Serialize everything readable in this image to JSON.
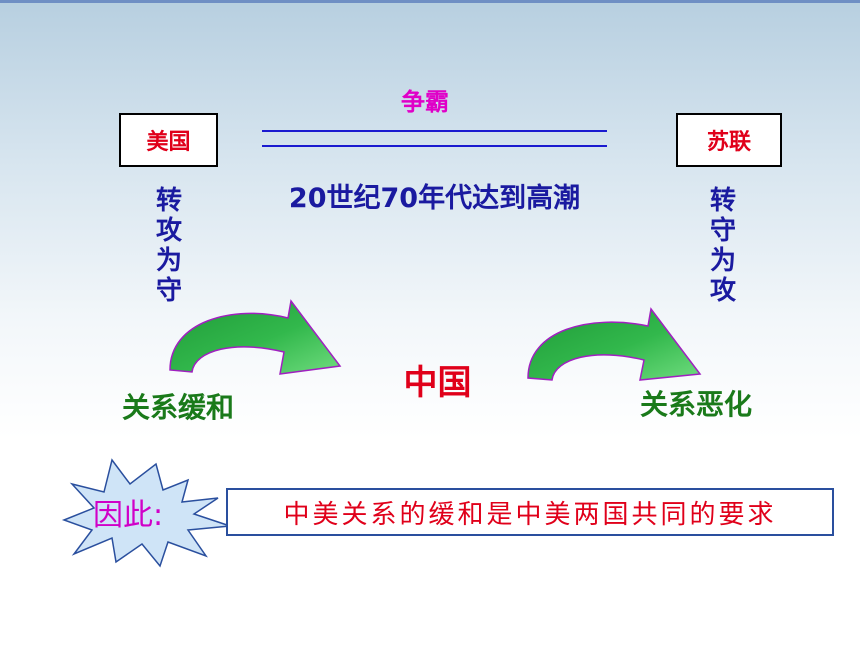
{
  "top_label": "争霸",
  "left_box": "美国",
  "right_box": "苏联",
  "center_text": "20世纪70年代达到高潮",
  "left_vertical": [
    "转",
    "攻",
    "为",
    "守"
  ],
  "right_vertical": [
    "转",
    "守",
    "为",
    "攻"
  ],
  "center_country": "中国",
  "left_relation": "关系缓和",
  "right_relation": "关系恶化",
  "conclusion_label": "因此:",
  "conclusion_text": "中美关系的缓和是中美两国共同的要求",
  "colors": {
    "magenta": "#e000c8",
    "red": "#e0001a",
    "navy": "#1a1aa0",
    "green": "#1a7a1a",
    "arrow_fill": "#2fb54a",
    "line_blue": "#1a1ad0"
  }
}
